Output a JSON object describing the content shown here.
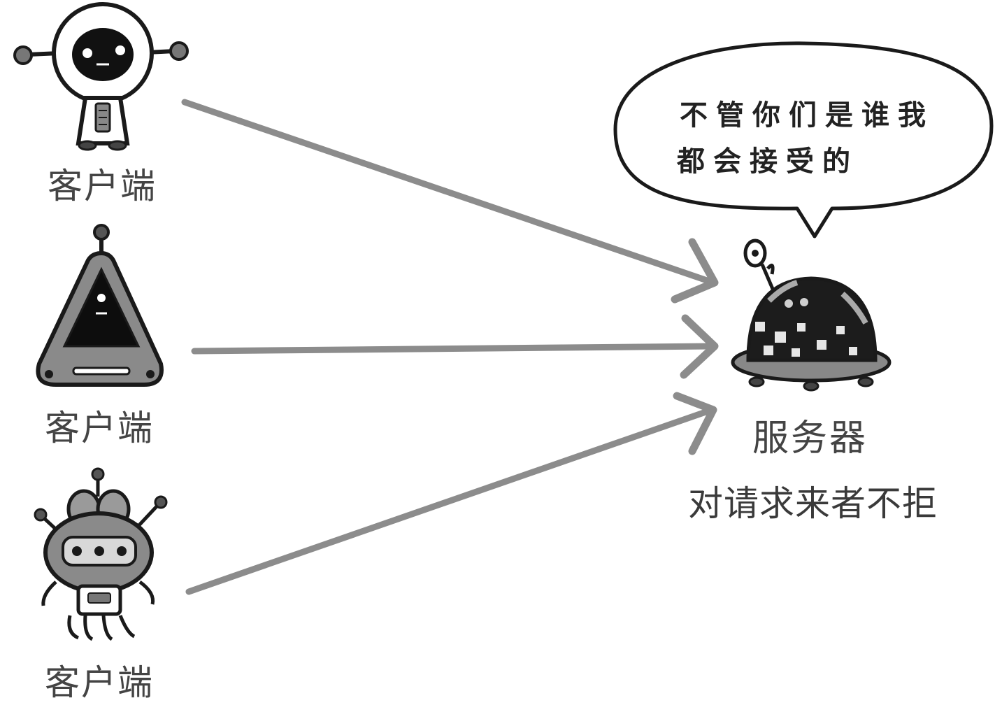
{
  "clients": [
    {
      "label": "客户端"
    },
    {
      "label": "客户端"
    },
    {
      "label": "客户端"
    }
  ],
  "server": {
    "label": "服务器",
    "caption": "对请求来者不拒"
  },
  "speech_bubble": {
    "line1": "不管你们是谁我",
    "line2": "都会接受的"
  },
  "colors": {
    "arrow": "#8c8c8c",
    "outline": "#1a1a1a",
    "text": "#444444"
  }
}
